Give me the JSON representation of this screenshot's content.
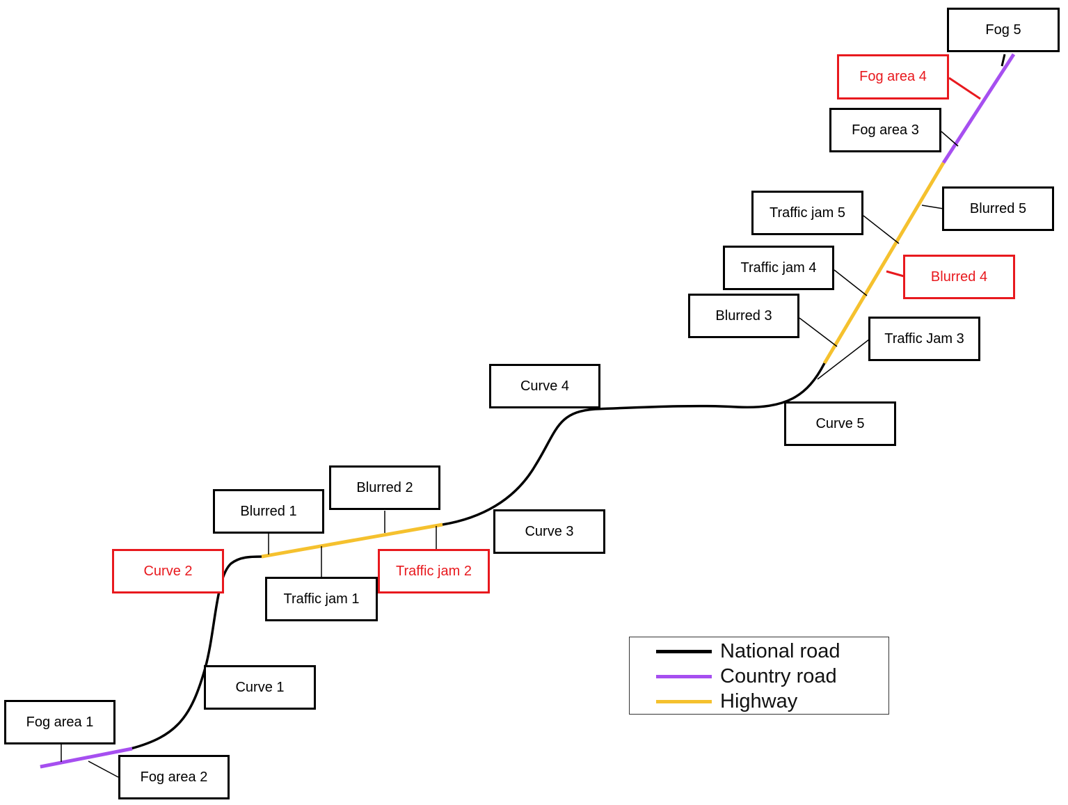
{
  "labels": [
    {
      "id": "fog5",
      "text": "Fog 5",
      "highlight": false
    },
    {
      "id": "fog-area4",
      "text": "Fog area 4",
      "highlight": true
    },
    {
      "id": "fog-area3",
      "text": "Fog area 3",
      "highlight": false
    },
    {
      "id": "traffic-jam5",
      "text": "Traffic jam 5",
      "highlight": false
    },
    {
      "id": "blurred5",
      "text": "Blurred 5",
      "highlight": false
    },
    {
      "id": "traffic-jam4",
      "text": "Traffic jam 4",
      "highlight": false
    },
    {
      "id": "blurred4",
      "text": "Blurred 4",
      "highlight": true
    },
    {
      "id": "blurred3",
      "text": "Blurred 3",
      "highlight": false
    },
    {
      "id": "traffic-jam3",
      "text": "Traffic Jam 3",
      "highlight": false
    },
    {
      "id": "curve4",
      "text": "Curve 4",
      "highlight": false
    },
    {
      "id": "curve5",
      "text": "Curve 5",
      "highlight": false
    },
    {
      "id": "blurred2",
      "text": "Blurred 2",
      "highlight": false
    },
    {
      "id": "blurred1",
      "text": "Blurred 1",
      "highlight": false
    },
    {
      "id": "curve3",
      "text": "Curve 3",
      "highlight": false
    },
    {
      "id": "curve2",
      "text": "Curve 2",
      "highlight": true
    },
    {
      "id": "traffic-jam2",
      "text": "Traffic jam 2",
      "highlight": true
    },
    {
      "id": "traffic-jam1",
      "text": "Traffic jam 1",
      "highlight": false
    },
    {
      "id": "curve1",
      "text": "Curve 1",
      "highlight": false
    },
    {
      "id": "fog-area1",
      "text": "Fog area 1",
      "highlight": false
    },
    {
      "id": "fog-area2",
      "text": "Fog area 2",
      "highlight": false
    }
  ],
  "legend": [
    {
      "label": "National road",
      "color": "#000000"
    },
    {
      "label": "Country road",
      "color": "#a64ff0"
    },
    {
      "label": "Highway",
      "color": "#f5c12e"
    }
  ],
  "colors": {
    "highlight": "#e8191e",
    "national_road": "#000000",
    "country_road": "#a64ff0",
    "highway": "#f5c12e"
  }
}
